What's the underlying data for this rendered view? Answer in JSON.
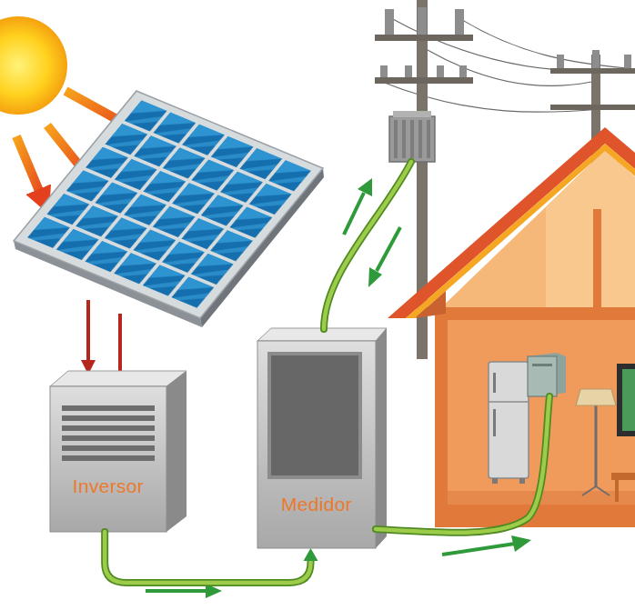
{
  "diagram": {
    "nodes": [
      {
        "text": [
          "Inversor"
        ]
      },
      {
        "text": [
          "Medidor"
        ]
      }
    ],
    "edges": [
      {
        "from": 0,
        "to": 1,
        "arrow": "to"
      }
    ]
  }
}
